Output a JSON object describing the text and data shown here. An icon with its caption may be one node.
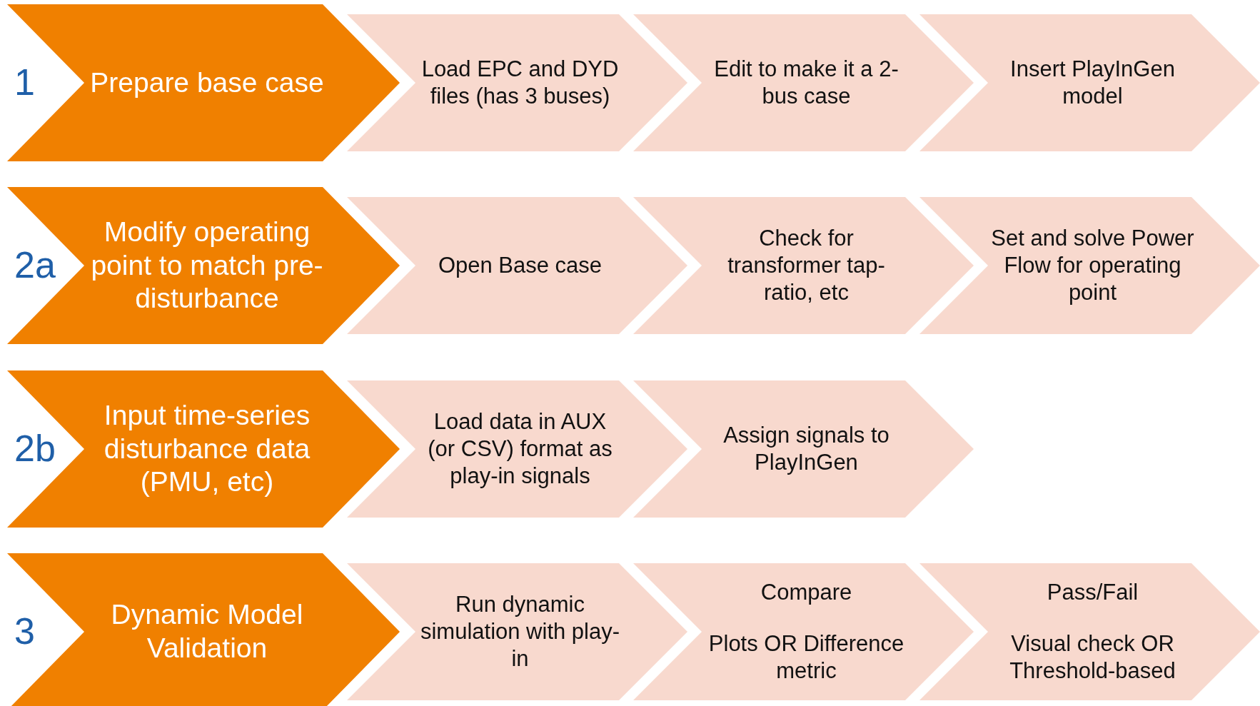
{
  "diagram": {
    "nodes": [
      {
        "text": [
          "Prepare base case"
        ],
        "beside": [
          "1"
        ]
      },
      {
        "text": [
          "Load EPC and DYD files (has 3 buses)"
        ]
      },
      {
        "text": [
          "Edit to make it a 2-bus case"
        ]
      },
      {
        "text": [
          "Insert PlayInGen model"
        ]
      },
      {
        "text": [
          "Modify operating point to match pre-disturbance"
        ],
        "beside": [
          "2a"
        ]
      },
      {
        "text": [
          "Open Base case"
        ]
      },
      {
        "text": [
          "Check for transformer tap-ratio, etc"
        ]
      },
      {
        "text": [
          "Set and solve Power Flow for operating point"
        ]
      },
      {
        "text": [
          "Input time-series disturbance data (PMU, etc)"
        ],
        "beside": [
          "2b"
        ]
      },
      {
        "text": [
          "Load data in AUX (or CSV) format as play-in signals"
        ]
      },
      {
        "text": [
          "Assign signals to PlayInGen"
        ]
      },
      {
        "text": [
          "Dynamic Model Validation"
        ],
        "beside": [
          "3"
        ]
      },
      {
        "text": [
          "Run dynamic simulation with play-in"
        ]
      },
      {
        "text": [
          "Compare",
          "Plots OR Difference metric"
        ]
      },
      {
        "text": [
          "Pass/Fail",
          "Visual check OR Threshold-based"
        ]
      }
    ]
  }
}
